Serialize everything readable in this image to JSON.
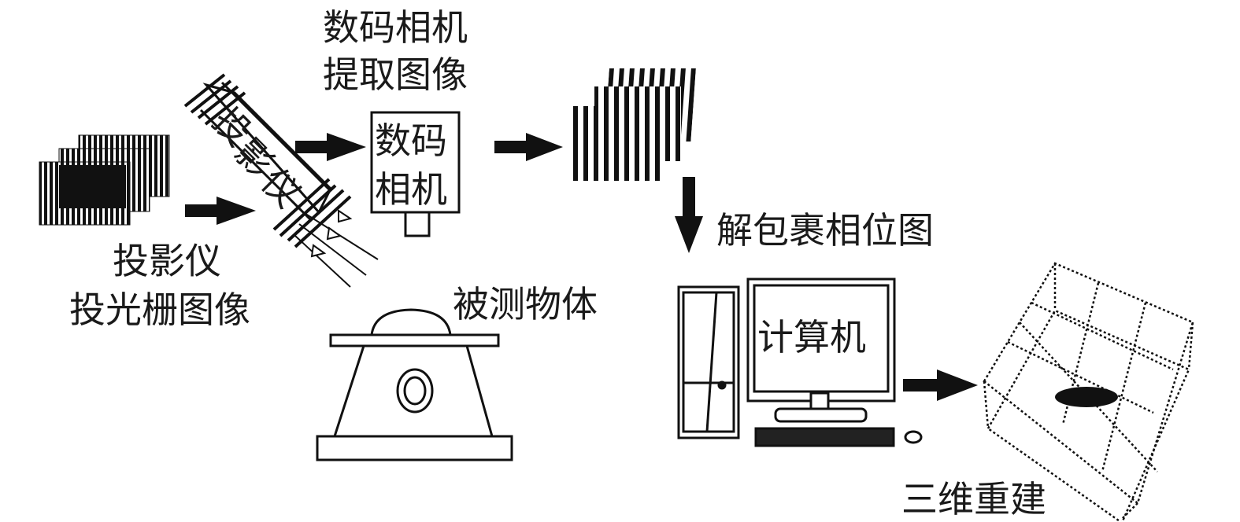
{
  "labels": {
    "camera_capture_line1": "数码相机",
    "camera_capture_line2": "提取图像",
    "projector_body": [
      "投",
      "影",
      "仪"
    ],
    "camera_body_line1": "数码",
    "camera_body_line2": "相机",
    "projector_pattern_line1": "投影仪",
    "projector_pattern_line2": "投光栅图像",
    "object": "被测物体",
    "unwrapped_phase": "解包裹相位图",
    "computer": "计算机",
    "reconstruction": "三维重建"
  },
  "colors": {
    "ink": "#1a1a1a",
    "background": "#ffffff"
  }
}
